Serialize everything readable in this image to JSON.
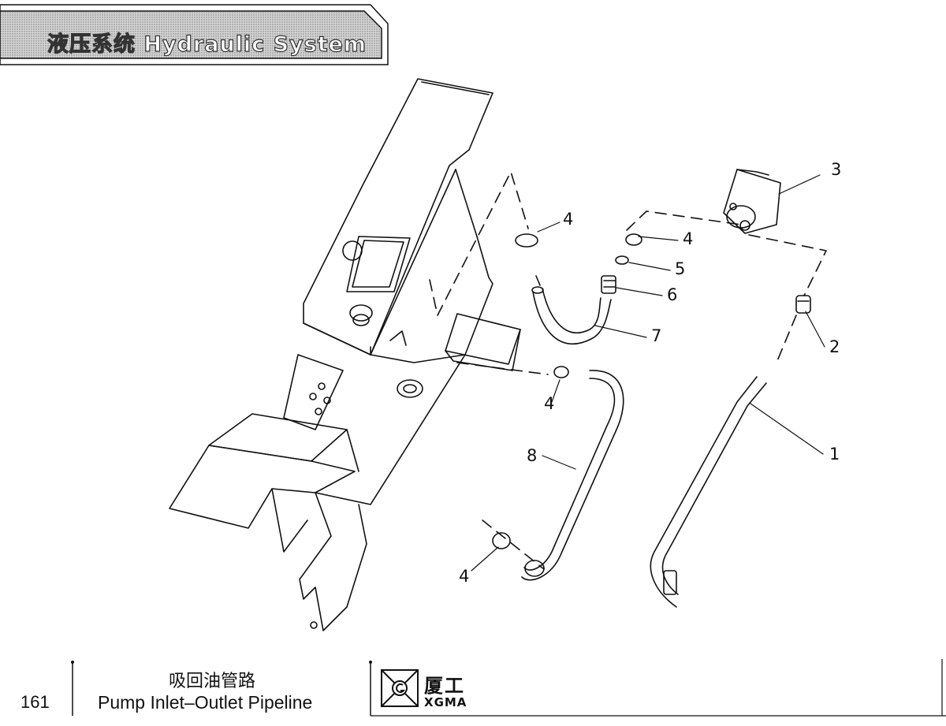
{
  "header": {
    "title": "液压系统   Hydraulic System"
  },
  "callouts": [
    {
      "id": "c1",
      "text": "1"
    },
    {
      "id": "c2",
      "text": "2"
    },
    {
      "id": "c3",
      "text": "3"
    },
    {
      "id": "c4a",
      "text": "4"
    },
    {
      "id": "c4b",
      "text": "4"
    },
    {
      "id": "c4c",
      "text": "4"
    },
    {
      "id": "c4d",
      "text": "4"
    },
    {
      "id": "c5",
      "text": "5"
    },
    {
      "id": "c6",
      "text": "6"
    },
    {
      "id": "c7",
      "text": "7"
    },
    {
      "id": "c8",
      "text": "8"
    }
  ],
  "footer": {
    "page_number": "161",
    "title_cn": "吸回油管路",
    "title_en": "Pump Inlet–Outlet Pipeline",
    "brand_cn": "厦工",
    "brand_en": "XGMA"
  },
  "colors": {
    "line": "#111111",
    "banner_fill": "#c8c8c8"
  }
}
